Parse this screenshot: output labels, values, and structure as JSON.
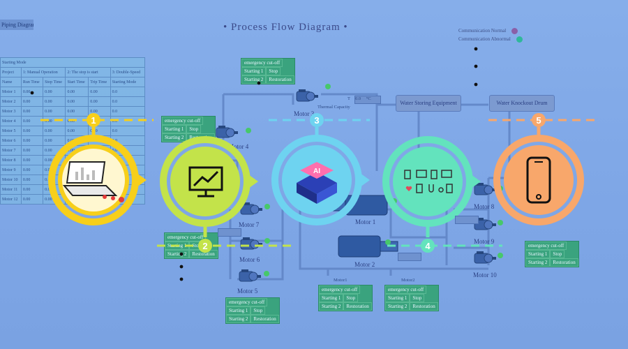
{
  "header": {
    "title": "• Process Flow Diagram •",
    "tab": "Piping Diagram"
  },
  "legend": [
    {
      "label": "Communication Normal",
      "color": "#8a5fa8"
    },
    {
      "label": "Communication Abnormal",
      "color": "#2fb89a"
    }
  ],
  "table": {
    "title": "Starting Mode",
    "modes": [
      "Project",
      "1: Manual Operation",
      "2: The stop is start",
      "3: Double-Speed"
    ],
    "headers": [
      "Name",
      "Run Time",
      "Stop Time",
      "Start Time",
      "Trip Time",
      "Starting Mode"
    ],
    "rows": [
      [
        "Motor 1",
        "0.00",
        "0.00",
        "0.00",
        "0.00",
        "0.0"
      ],
      [
        "Motor 2",
        "0.00",
        "0.00",
        "0.00",
        "0.00",
        "0.0"
      ],
      [
        "Motor 3",
        "0.00",
        "0.00",
        "0.00",
        "0.00",
        "0.0"
      ],
      [
        "Motor 4",
        "0.00",
        "0.00",
        "0.00",
        "0.00",
        "0.0"
      ],
      [
        "Motor 5",
        "0.00",
        "0.00",
        "0.00",
        "0.00",
        "0.0"
      ],
      [
        "Motor 6",
        "0.00",
        "0.00",
        "0.00",
        "0.00",
        "0.0"
      ],
      [
        "Motor 7",
        "0.00",
        "0.00",
        "0.00",
        "0.00",
        "0.0"
      ],
      [
        "Motor 8",
        "0.00",
        "0.00",
        "0.00",
        "0.00",
        "0.0"
      ],
      [
        "Motor 9",
        "0.00",
        "0.00",
        "0.00",
        "0.00",
        "0.0"
      ],
      [
        "Motor 10",
        "0.00",
        "0.00",
        "0.00",
        "0.00",
        "0.0"
      ],
      [
        "Motor 11",
        "0.00",
        "0.00",
        "0.00",
        "0.00",
        "0.0"
      ],
      [
        "Motor 12",
        "0.00",
        "0.00",
        "0.00",
        "0.00",
        "0.0"
      ]
    ]
  },
  "panels": {
    "cutoff": "emergency cut-off",
    "start1": "Starting 1",
    "stop": "Stop",
    "start2": "Starting 2",
    "restore": "Restoration"
  },
  "equipment": {
    "water_storage": "Water Storing Equipment",
    "knockout": "Water Knockout Drum",
    "thermal": "Thermal Capacity",
    "thermal_unit": "T",
    "thermal_value": "0.0",
    "thermal_c": "°C"
  },
  "motors": {
    "m1": "Motor 1",
    "m2": "Motor 2",
    "m3": "Motor 3",
    "m4": "Motor 4",
    "m5": "Motor 5",
    "m6": "Motor 6",
    "m7": "Motor 7",
    "m8": "Motor 8",
    "m9": "Motor 9",
    "m10": "Motor 10",
    "motor1_small": "Motor1",
    "motor2_small": "Motor2"
  },
  "steps": [
    {
      "number": "1",
      "color": "#f7cf1a",
      "icon": "laptop-chart-icon"
    },
    {
      "number": "2",
      "color": "#c3e34a",
      "icon": "monitor-trend-icon"
    },
    {
      "number": "3",
      "color": "#6ed3f0",
      "icon": "ai-chip-icon"
    },
    {
      "number": "4",
      "color": "#63e3bd",
      "icon": "smart-devices-icon"
    },
    {
      "number": "5",
      "color": "#f8a76b",
      "icon": "smartphone-icon"
    }
  ]
}
